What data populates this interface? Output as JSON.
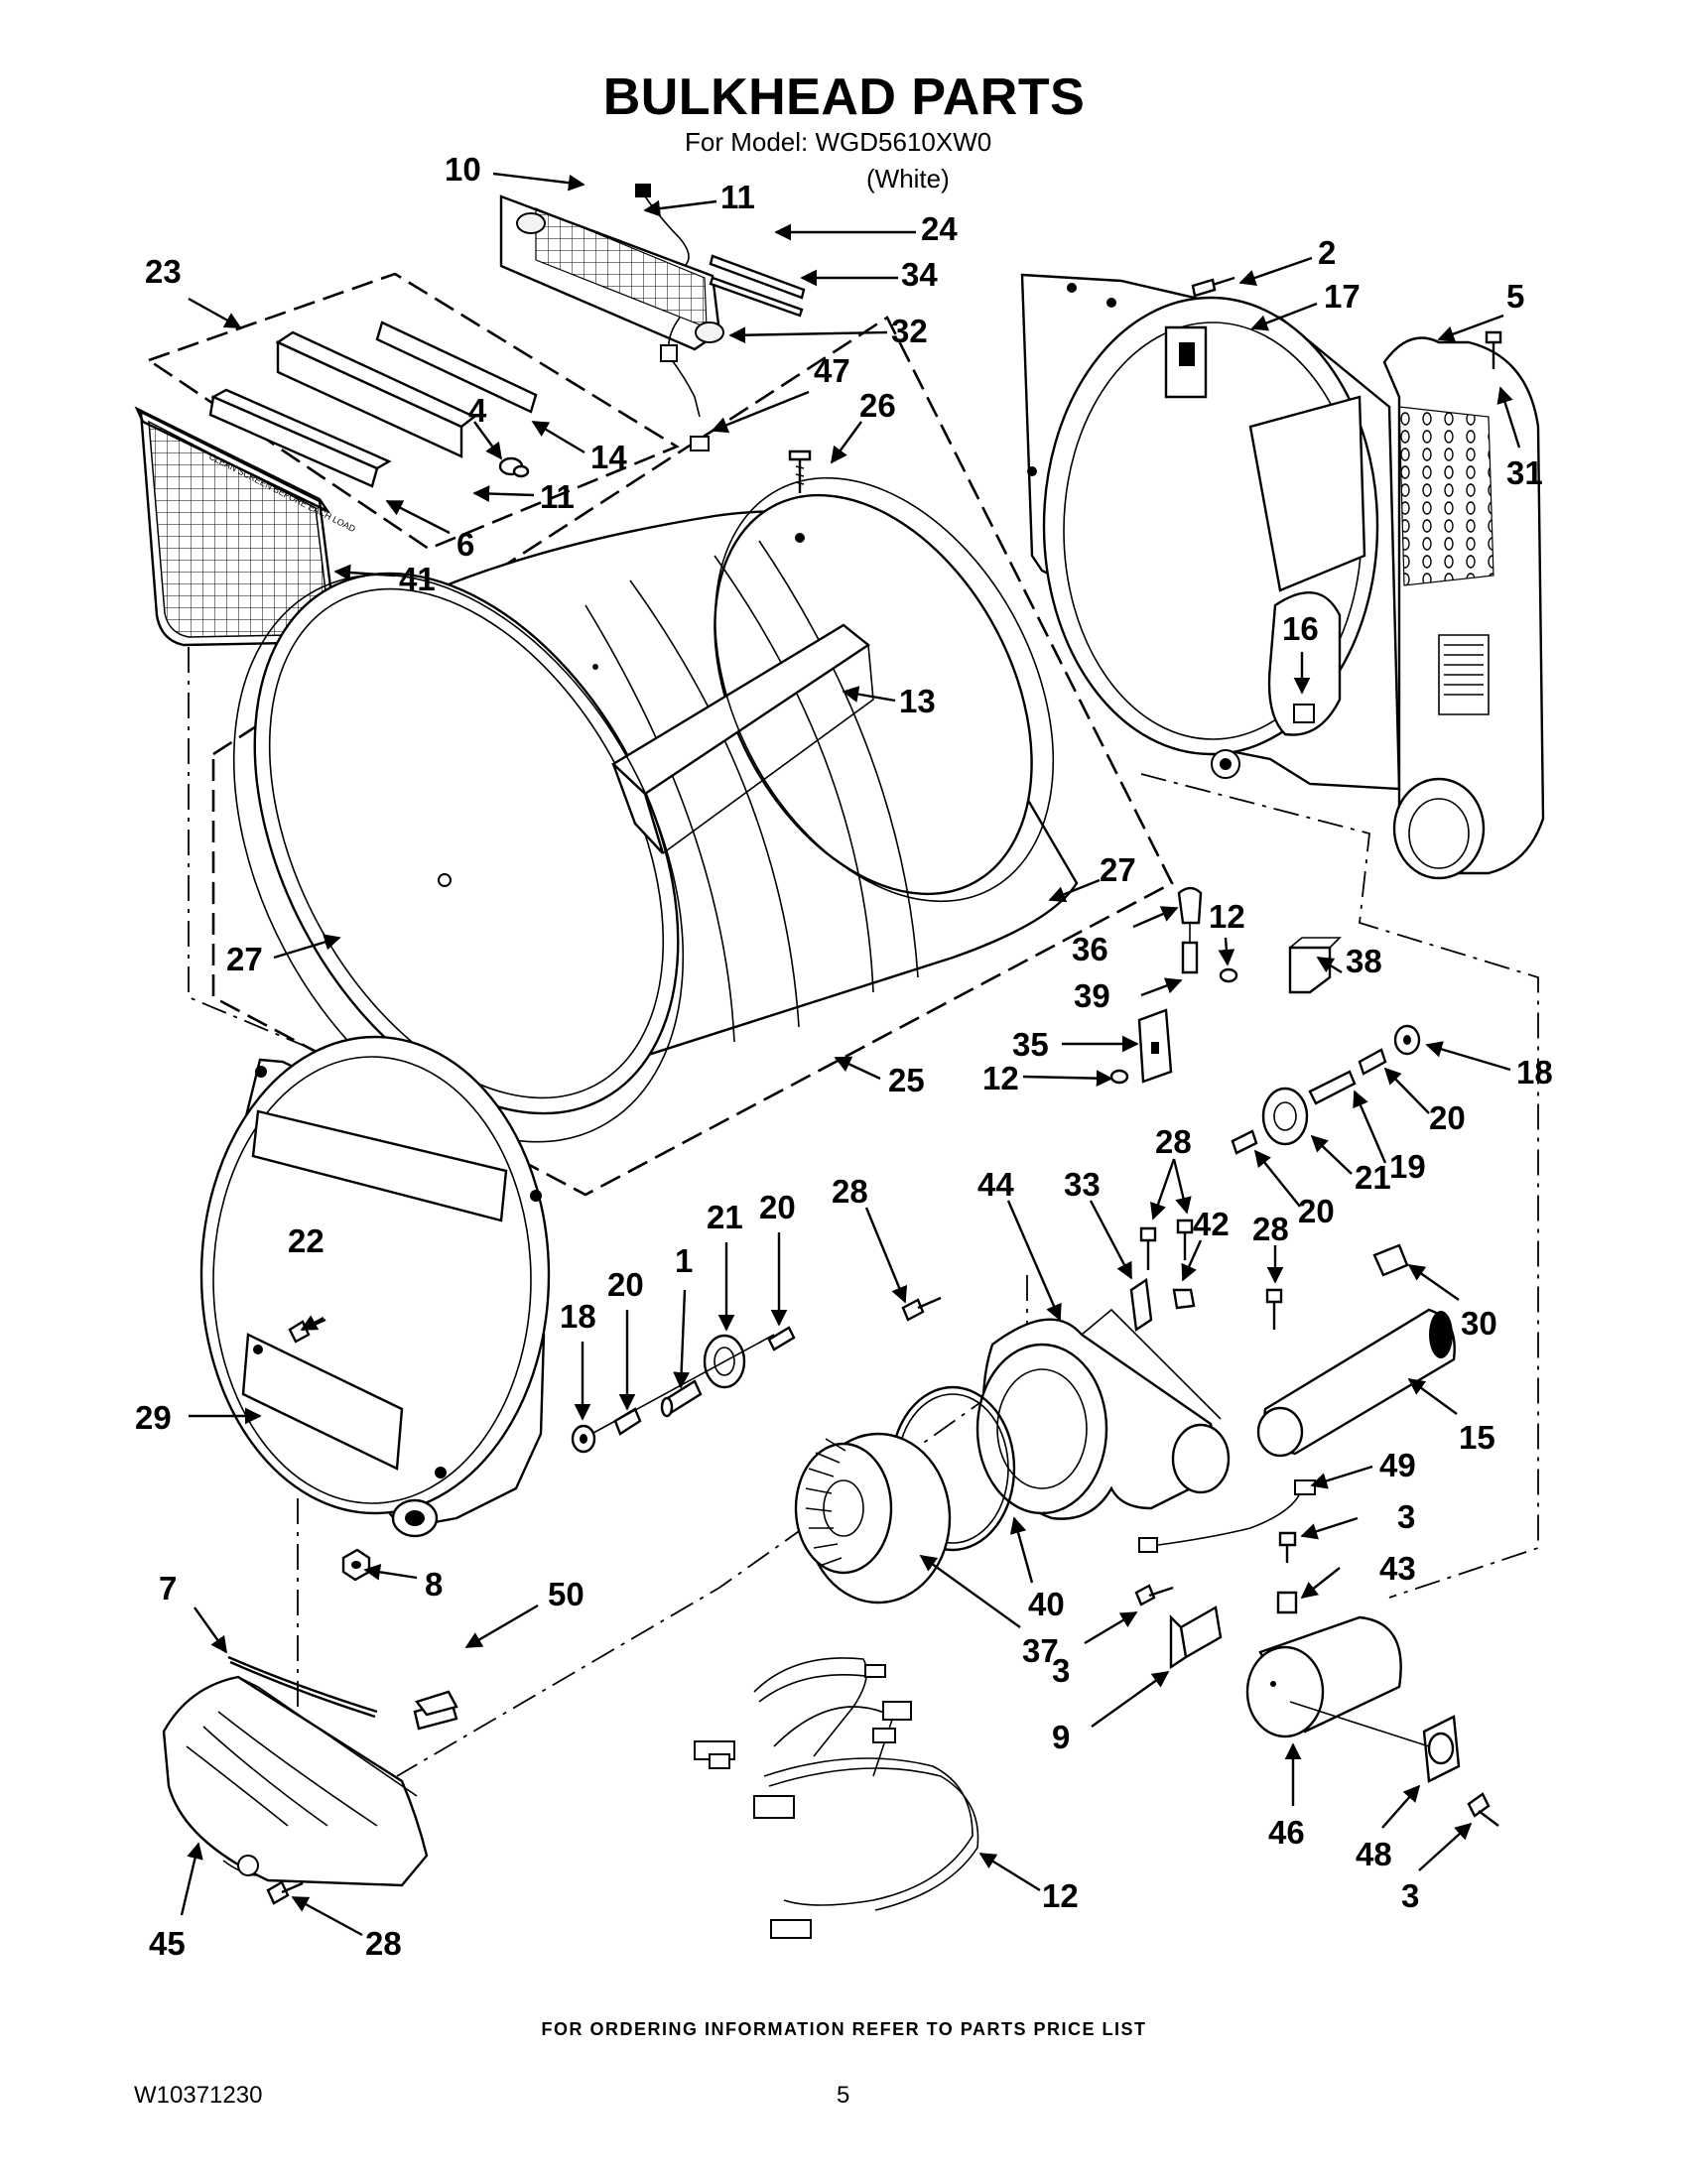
{
  "header": {
    "title": "BULKHEAD PARTS",
    "model_line": "For Model: WGD5610XW0",
    "color_line": "(White)"
  },
  "footer": {
    "ordering_note": "FOR ORDERING INFORMATION REFER TO PARTS PRICE LIST",
    "document_number": "W10371230",
    "page_number": "5"
  },
  "callouts": {
    "c10": "10",
    "c11a": "11",
    "c24": "24",
    "c34": "34",
    "c32": "32",
    "c47": "47",
    "c23": "23",
    "c4": "4",
    "c14": "14",
    "c11b": "11",
    "c6": "6",
    "c41": "41",
    "c26": "26",
    "c13": "13",
    "c27a": "27",
    "c27b": "27",
    "c25": "25",
    "c2": "2",
    "c17": "17",
    "c5": "5",
    "c31": "31",
    "c16": "16",
    "c12a": "12",
    "c36": "36",
    "c38": "38",
    "c39": "39",
    "c35": "35",
    "c12b": "12",
    "c18a": "18",
    "c20a": "20",
    "c19": "19",
    "c21a": "21",
    "c20b": "20",
    "c28a": "28",
    "c28b": "28",
    "c28c": "28",
    "c33": "33",
    "c44": "44",
    "c42": "42",
    "c30": "30",
    "c15": "15",
    "c22": "22",
    "c18b": "18",
    "c20c": "20",
    "c1": "1",
    "c21b": "21",
    "c20d": "20",
    "c29": "29",
    "c49": "49",
    "c3a": "3",
    "c43": "43",
    "c40": "40",
    "c37": "37",
    "c8": "8",
    "c7": "7",
    "c50": "50",
    "c3b": "3",
    "c9": "9",
    "c46": "46",
    "c48": "48",
    "c3c": "3",
    "c12c": "12",
    "c45": "45",
    "c28d": "28"
  }
}
